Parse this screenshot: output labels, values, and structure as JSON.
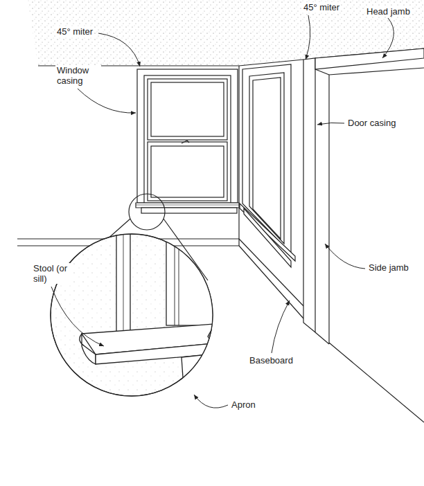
{
  "diagram": {
    "labels": [
      "45° miter",
      "45° miter",
      "Head jamb",
      "Window casing",
      "Door casing",
      "Side jamb",
      "Stool (or sill)",
      "Baseboard",
      "Apron"
    ]
  }
}
